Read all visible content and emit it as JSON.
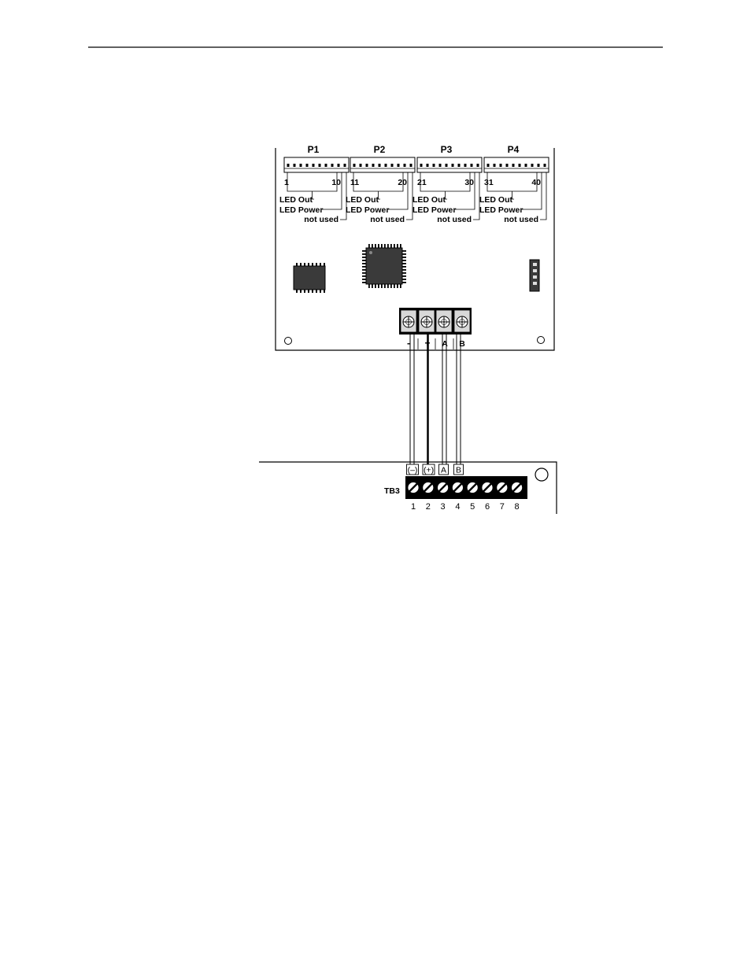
{
  "connectors": [
    {
      "name": "P1",
      "first": "1",
      "last": "10"
    },
    {
      "name": "P2",
      "first": "11",
      "last": "20"
    },
    {
      "name": "P3",
      "first": "21",
      "last": "30"
    },
    {
      "name": "P4",
      "first": "31",
      "last": "40"
    }
  ],
  "pin_labels": {
    "led_out": "LED Out",
    "led_power": "LED Power",
    "not_used": "not used"
  },
  "board_terminals": [
    "-",
    "+",
    "A",
    "B"
  ],
  "tb3": {
    "label": "TB3",
    "signal_labels": [
      "(–)",
      "(+)",
      "A",
      "B"
    ],
    "terminal_numbers": [
      "1",
      "2",
      "3",
      "4",
      "5",
      "6",
      "7",
      "8"
    ]
  }
}
